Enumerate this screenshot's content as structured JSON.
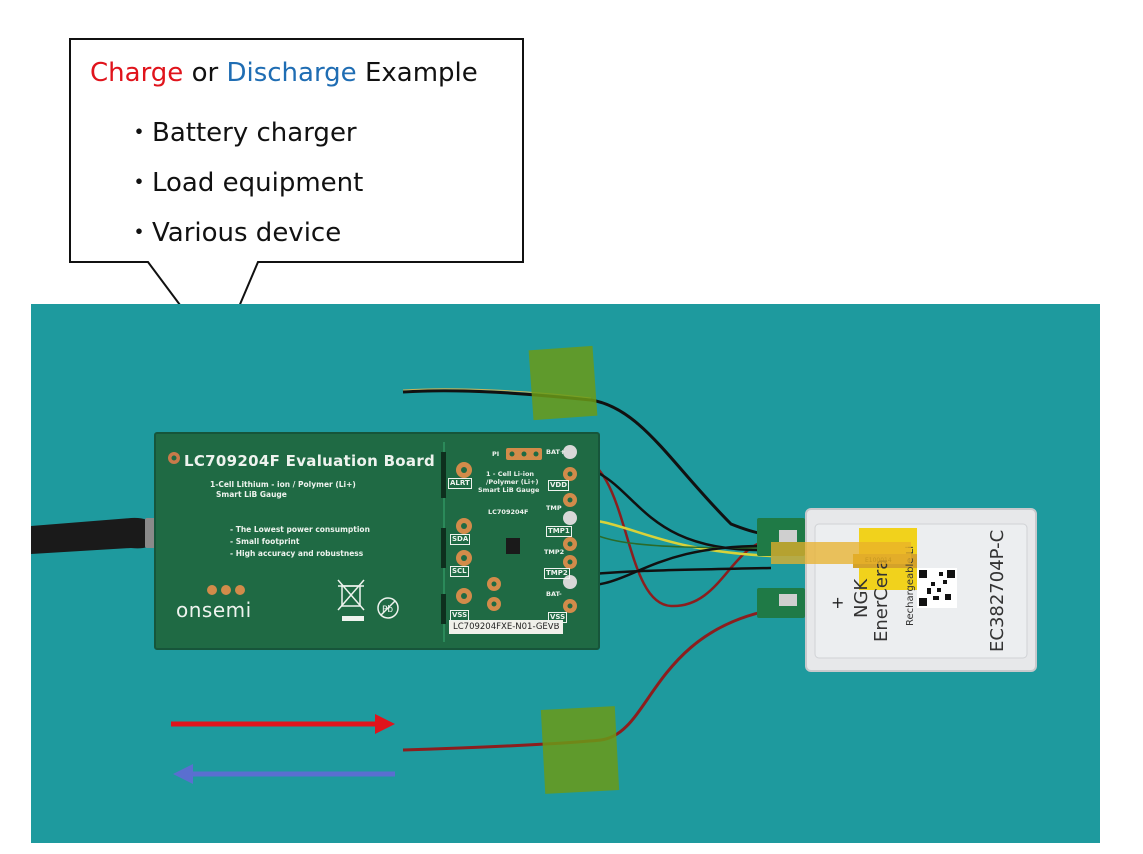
{
  "callout": {
    "heading_charge": "Charge",
    "heading_or": " or ",
    "heading_discharge": "Discharge",
    "heading_rest": " Example",
    "bullets": [
      "・Battery charger",
      "・Load equipment",
      "・Various device"
    ]
  },
  "board": {
    "title": "LC709204F Evaluation Board",
    "subtitle_line1": "1-Cell Lithium - ion / Polymer (Li+)",
    "subtitle_line2": "Smart LiB Gauge",
    "features": [
      "- The Lowest power consumption",
      "- Small footprint",
      "- High accuracy and robustness"
    ],
    "brand": "onsemi",
    "part_number": "LC709204FXE-N01-GEVB",
    "left_pads": [
      "ALRT",
      "SDA",
      "SCL",
      "VSS"
    ],
    "right_pads": [
      "BAT+",
      "VDD",
      "TMP",
      "TMP1",
      "TMP2",
      "TMP2",
      "BAT-",
      "VSS"
    ],
    "chip_text_line1": "1 - Cell Li-ion",
    "chip_text_line2": "/Polymer (Li+)",
    "chip_text_line3": "Smart LiB Gauge",
    "chip_name": "LC709204F",
    "pi_label": "PI"
  },
  "battery": {
    "brand": "NGK",
    "product": "EnerCera",
    "type": "Rechargeable Li",
    "model": "EC382704P-C",
    "tape_code": "E100014"
  },
  "colors": {
    "background_mat": "#1e9a9e",
    "pcb": "#1f6a44",
    "charge_arrow": "#e0141c",
    "discharge_arrow": "#5a6fd0"
  },
  "icons": [
    "usb-cable-icon",
    "weee-bin-icon",
    "pb-free-icon"
  ]
}
